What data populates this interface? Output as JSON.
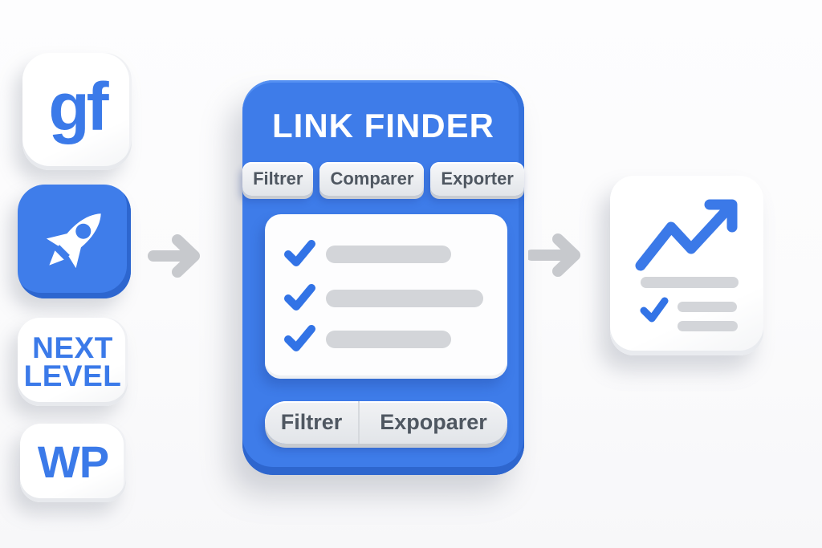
{
  "colors": {
    "brand_blue": "#3e7ce9",
    "brand_blue_dark": "#2d66cf",
    "check_blue": "#3273e6",
    "arrow_gray": "#c7c9cd",
    "bar_gray": "#d3d5d9",
    "button_bg": "#e9ebee",
    "button_text": "#4f5761",
    "panel_white": "#fdfdfe",
    "background": "#fbfbfc"
  },
  "sources": [
    {
      "id": "gf",
      "label": "gf"
    },
    {
      "id": "rocket",
      "icon": "rocket-icon"
    },
    {
      "id": "next-level",
      "line1": "NEXT",
      "line2": "LEVEL"
    },
    {
      "id": "wp",
      "label": "WP"
    }
  ],
  "link_finder": {
    "title": "LINK FINDER",
    "tabs": [
      {
        "label": "Filtrer"
      },
      {
        "label": "Comparer"
      },
      {
        "label": "Exporter"
      }
    ],
    "checklist": {
      "rows": 3,
      "style": "blue checkmark + gray placeholder bar"
    },
    "footer": [
      {
        "label": "Filtrer"
      },
      {
        "label": "Expoparer"
      }
    ]
  },
  "result": {
    "icon": "trending-up-chart-icon",
    "lines": 3,
    "has_check": true
  }
}
